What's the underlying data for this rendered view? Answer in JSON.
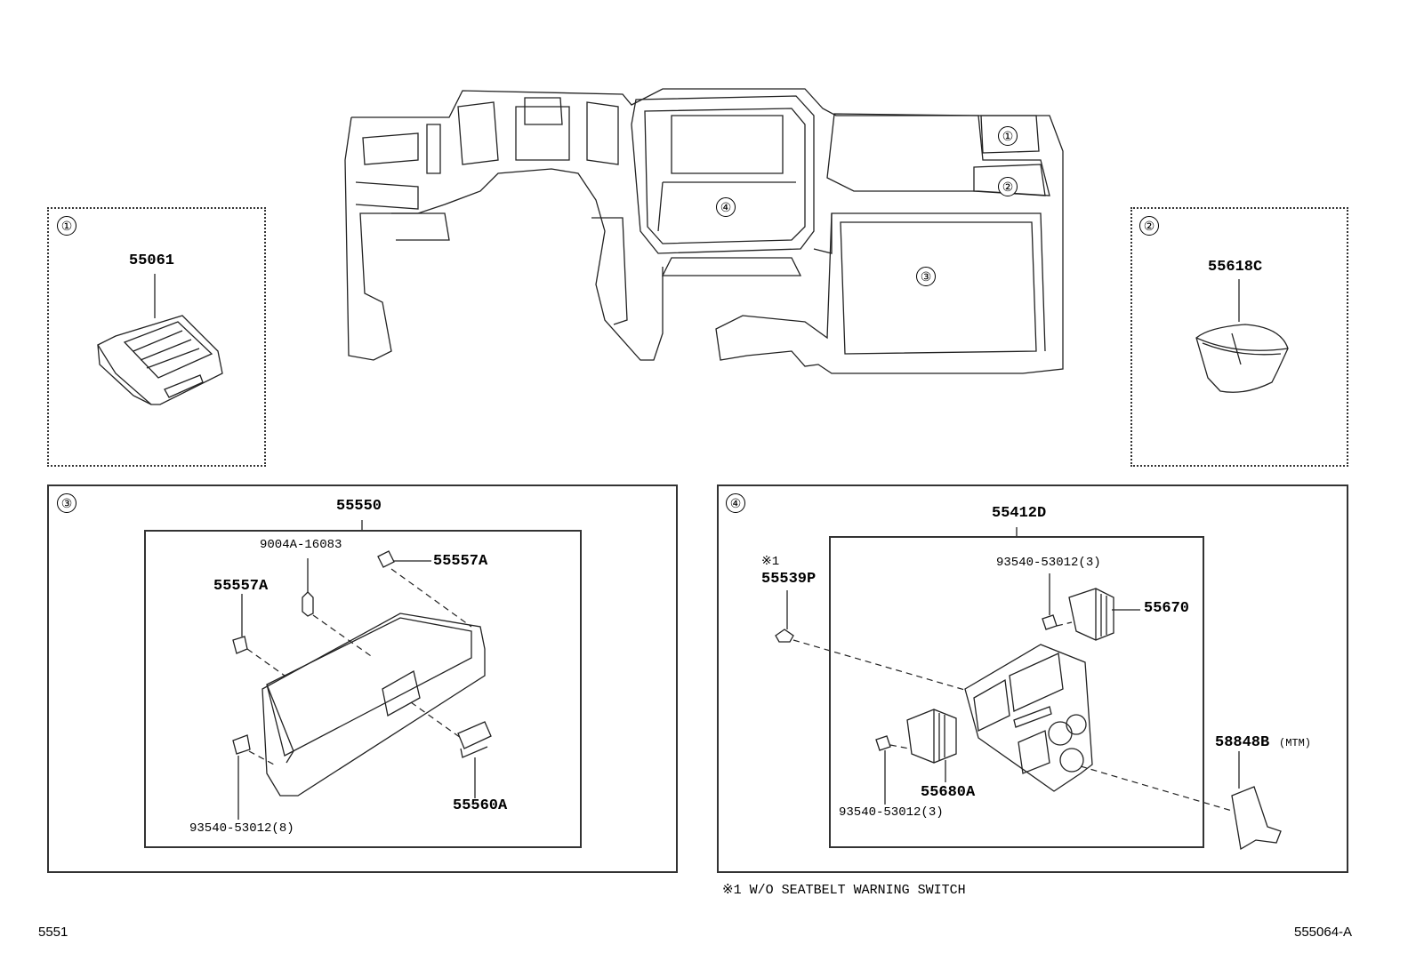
{
  "callouts": {
    "c1": "①",
    "c2": "②",
    "c3": "③",
    "c4": "④"
  },
  "parts": {
    "p55061": "55061",
    "p55618C": "55618C",
    "p55550": "55550",
    "p9004A": "9004A-16083",
    "p55557A_right": "55557A",
    "p55557A_left": "55557A",
    "p55560A": "55560A",
    "p93540_8": "93540-53012(8)",
    "p55412D": "55412D",
    "p93540_3_top": "93540-53012(3)",
    "p55670": "55670",
    "p55539P_mark": "※1",
    "p55539P": "55539P",
    "p58848B": "58848B",
    "p58848B_tag": "(MTM)",
    "p55680A": "55680A",
    "p93540_3_bot": "93540-53012(3)"
  },
  "note": "※1 W/O SEATBELT WARNING SWITCH",
  "footer": {
    "left": "5551",
    "right": "555064-A"
  }
}
